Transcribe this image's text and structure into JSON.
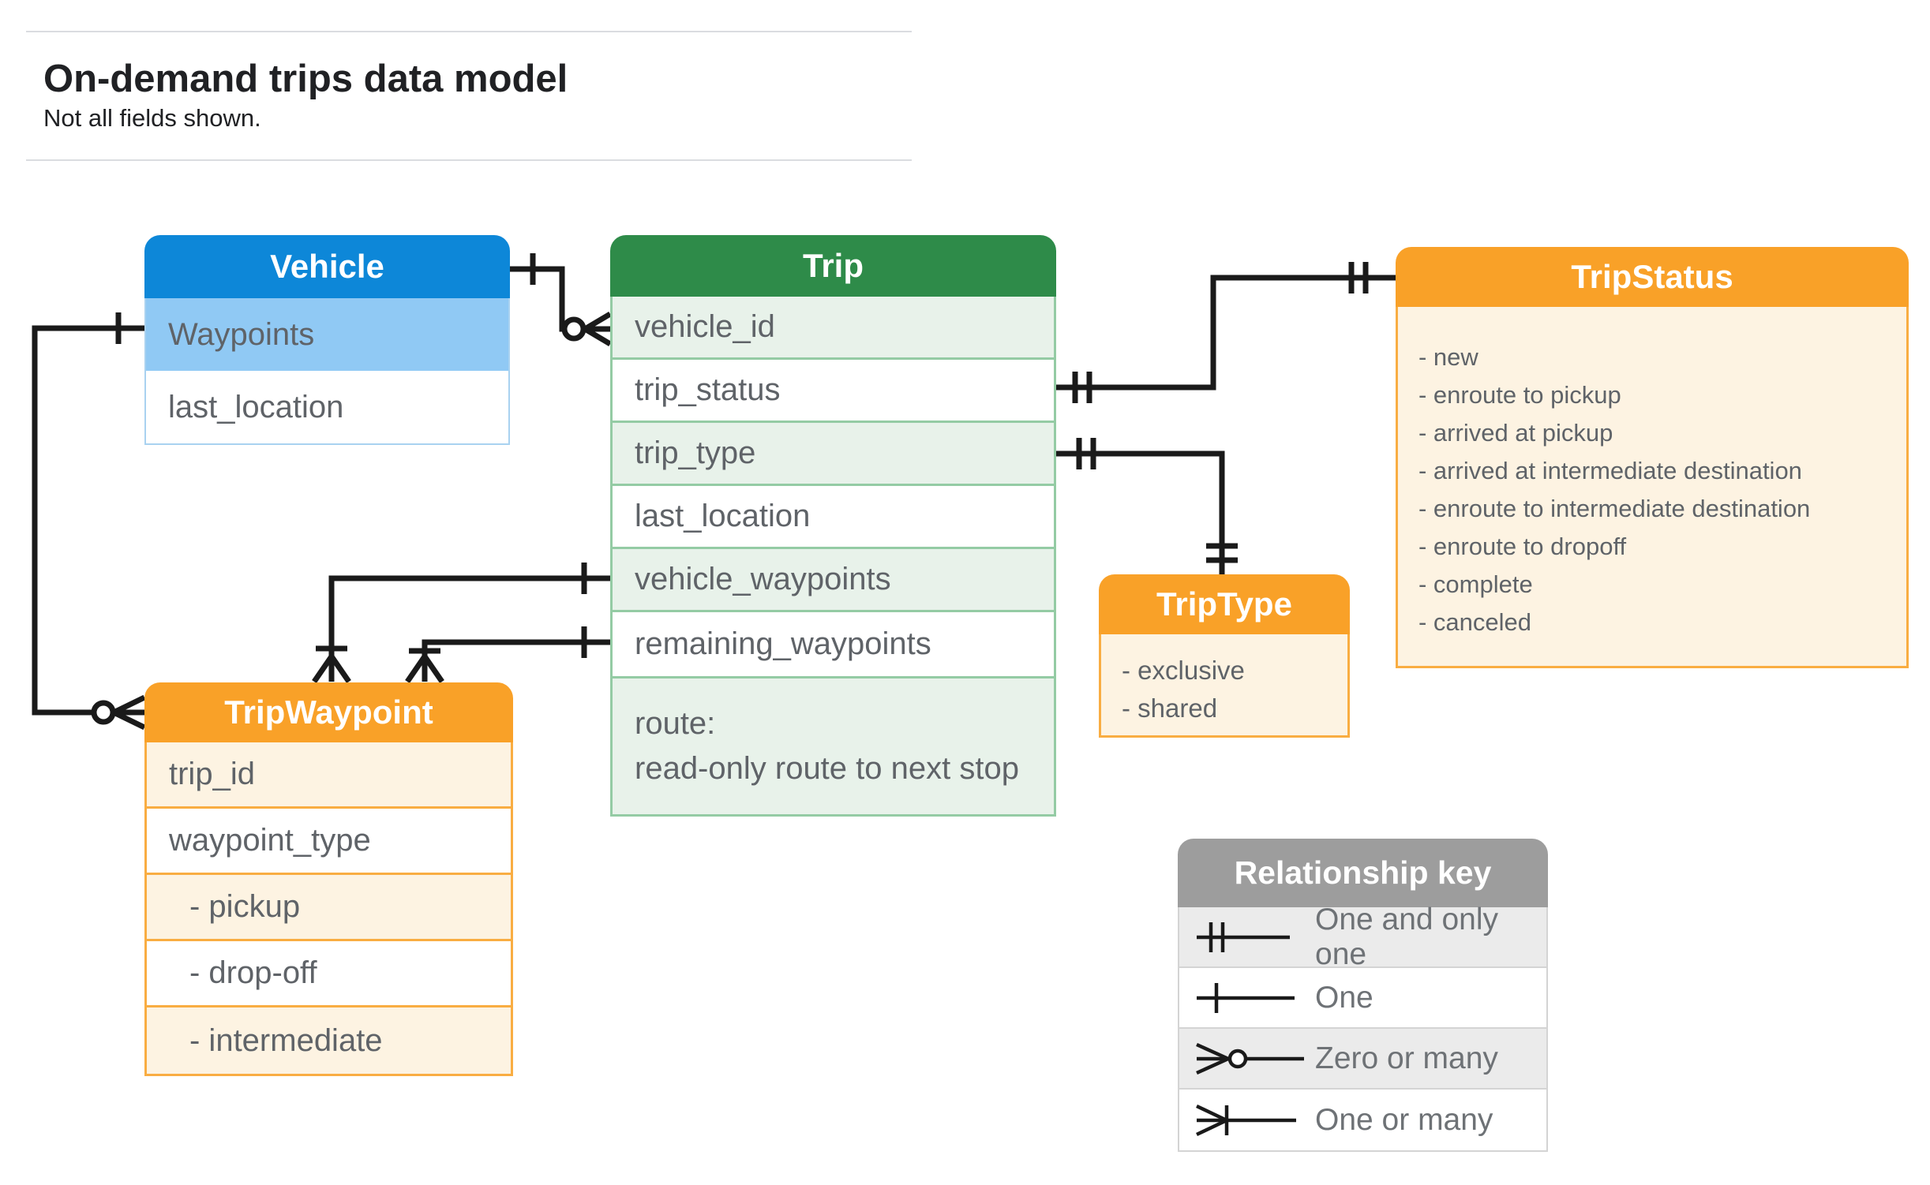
{
  "page": {
    "title": "On-demand trips data model",
    "subtitle": "Not all fields shown."
  },
  "entities": {
    "vehicle": {
      "title": "Vehicle",
      "fields": [
        "Waypoints",
        "last_location"
      ]
    },
    "trip": {
      "title": "Trip",
      "fields": [
        "vehicle_id",
        "trip_status",
        "trip_type",
        "last_location",
        "vehicle_waypoints",
        "remaining_waypoints"
      ],
      "route_line1": "route:",
      "route_line2": "read-only route to next stop"
    },
    "trip_status": {
      "title": "TripStatus",
      "values": [
        "- new",
        "- enroute to pickup",
        "- arrived at pickup",
        "- arrived at intermediate destination",
        "- enroute to intermediate destination",
        "- enroute to dropoff",
        "- complete",
        "- canceled"
      ]
    },
    "trip_waypoint": {
      "title": "TripWaypoint",
      "fields": [
        "trip_id",
        "waypoint_type"
      ],
      "values": [
        "- pickup",
        "- drop-off",
        "- intermediate"
      ]
    },
    "trip_type": {
      "title": "TripType",
      "values": [
        "- exclusive",
        "- shared"
      ]
    }
  },
  "legend": {
    "title": "Relationship key",
    "items": [
      {
        "symbol": "one-and-only-one",
        "label": "One and only one"
      },
      {
        "symbol": "one",
        "label": "One"
      },
      {
        "symbol": "zero-or-many",
        "label": "Zero or many"
      },
      {
        "symbol": "one-or-many",
        "label": "One or many"
      }
    ]
  },
  "colors": {
    "blue-header": "#0d87d8",
    "blue-row": "#90c9f4",
    "green-header": "#2e8b49",
    "green-row": "#e8f2ea",
    "orange-header": "#f9a128",
    "orange-row": "#fdf3e2",
    "gray-header": "#9d9d9d",
    "field-text": "#5f6368",
    "connector": "#1a1a1a"
  }
}
